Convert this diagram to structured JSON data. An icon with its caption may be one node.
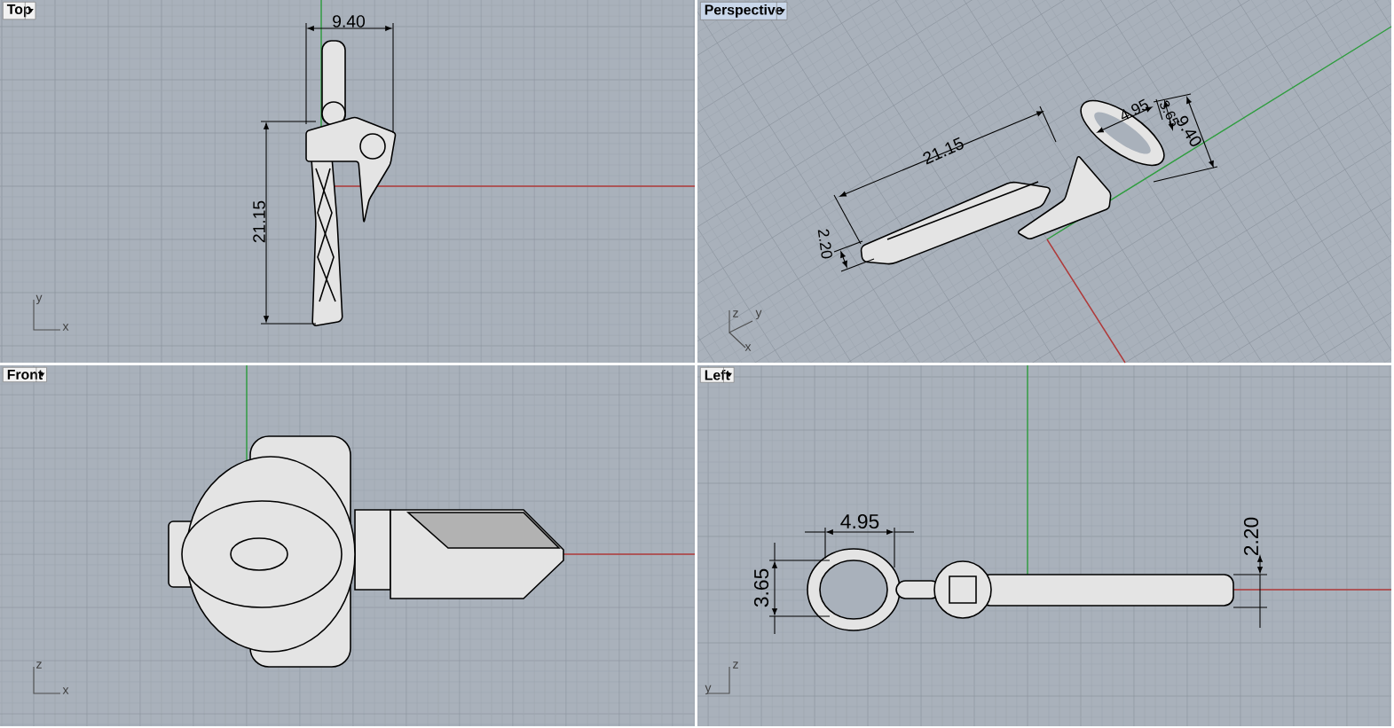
{
  "diagram": {
    "nodes": [
      {
        "text": [
          "Top"
        ]
      },
      {
        "text": [
          "Perspective"
        ]
      },
      {
        "text": [
          "Front"
        ]
      },
      {
        "text": [
          "Left"
        ]
      }
    ],
    "labels": [
      "9.40",
      "21.15",
      "y",
      "x",
      "4.95",
      "3.65",
      "9.40",
      "21.15",
      "2.20",
      "z",
      "y",
      "x",
      "z",
      "x",
      "4.95",
      "2.20",
      "3.65",
      "z",
      "y"
    ]
  }
}
